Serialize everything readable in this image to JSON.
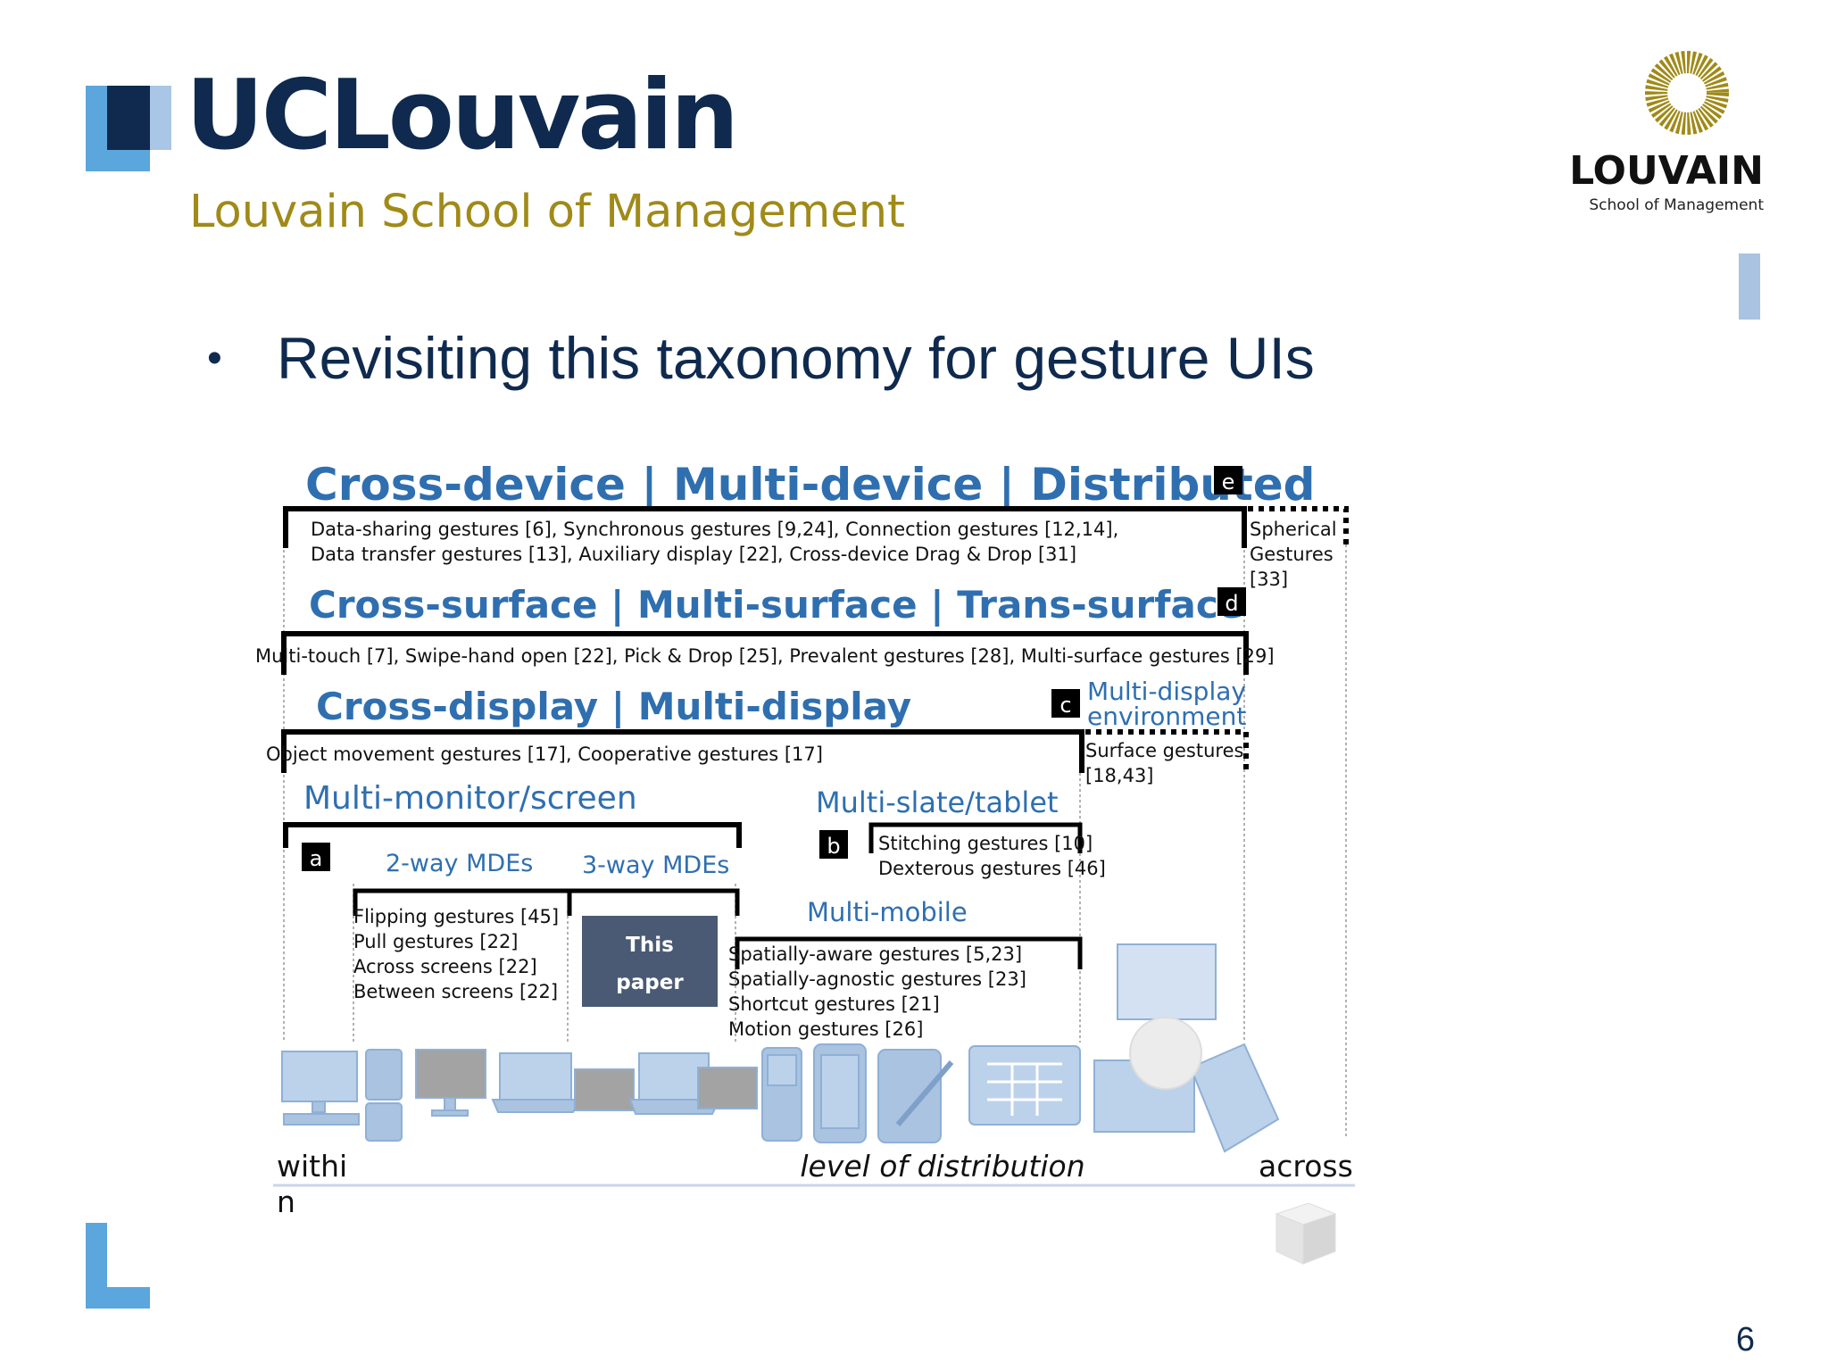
{
  "header": {
    "brand": "UCLouvain",
    "school": "Louvain School of Management",
    "right_logo_title": "LOUVAIN",
    "right_logo_subtitle": "School of Management"
  },
  "slide": {
    "bullet": "Revisiting this taxonomy for gesture UIs",
    "page_number": "6"
  },
  "diagram": {
    "level_e": {
      "tag": "e",
      "title": "Cross-device | Multi-device | Distributed",
      "refs": [
        "Data-sharing gestures [6], Synchronous gestures [9,24], Connection gestures [12,14],",
        "Data transfer gestures [13], Auxiliary display [22], Cross-device Drag & Drop [31]"
      ],
      "side_refs": [
        "Spherical",
        "Gestures",
        "[33]"
      ]
    },
    "level_d": {
      "tag": "d",
      "title": "Cross-surface | Multi-surface | Trans-surface",
      "refs": [
        "Multi-touch [7], Swipe-hand open [22], Pick & Drop [25], Prevalent gestures [28], Multi-surface gestures [29]"
      ]
    },
    "level_c": {
      "tag": "c",
      "title": "Cross-display | Multi-display",
      "side_title": [
        "Multi-display",
        "environment"
      ],
      "refs": [
        "Object movement gestures [17], Cooperative gestures [17]"
      ],
      "side_refs": [
        "Surface gestures",
        "[18,43]"
      ]
    },
    "level_a": {
      "tag": "a",
      "title": "Multi-monitor/screen",
      "two_way": "2-way MDEs",
      "three_way": "3-way MDEs",
      "refs": [
        "Flipping gestures [45]",
        "Pull gestures  [22]",
        "Across screens [22]",
        "Between screens [22]"
      ],
      "this_paper": [
        "This",
        "paper"
      ]
    },
    "level_b": {
      "tag": "b",
      "title": "Multi-slate/tablet",
      "refs": [
        "Stitching gestures [10]",
        "Dexterous gestures [46]"
      ]
    },
    "multi_mobile": {
      "title": "Multi-mobile",
      "refs": [
        "Spatially-aware gestures [5,23]",
        "Spatially-agnostic gestures [23]",
        "Shortcut gestures [21]",
        "Motion gestures [26]"
      ]
    },
    "axis": {
      "left": [
        "withi",
        "n"
      ],
      "center": "level of distribution",
      "right": "across"
    },
    "devices": [
      "desktop-icon",
      "phones-icon",
      "monitor-icon",
      "laptop-icon",
      "dual-display-laptop-icon",
      "handheld-icon",
      "smartphone-icon",
      "stylus-tablet-icon",
      "tabletop-icon",
      "surface-environment-icon",
      "sphere-icon",
      "cube-icon"
    ]
  },
  "colors": {
    "brand_navy": "#0f2a4e",
    "brand_blue": "#5ba6dc",
    "gold": "#a08a18",
    "taxonomy_blue": "#2f6fb0",
    "device_blue": "#a9c3e0"
  }
}
